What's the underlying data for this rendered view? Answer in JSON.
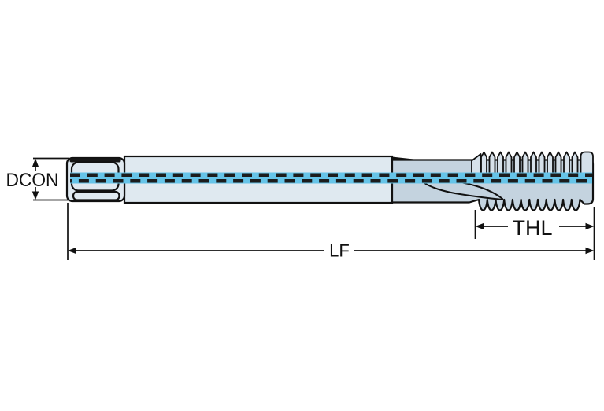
{
  "diagram": {
    "labels": {
      "dcon": "DCON",
      "thl": "THL",
      "lf": "LF"
    }
  },
  "colors": {
    "background": "#ffffff",
    "outline": "#111111",
    "shank_fill": "#dfe9f0",
    "thread_fill": "#c4d3df",
    "tooth_fill": "#d6e1ea",
    "dark_band": "#161616",
    "centerline_blue": "#66c4e8",
    "centerline_dash": "#1c1c1c"
  }
}
